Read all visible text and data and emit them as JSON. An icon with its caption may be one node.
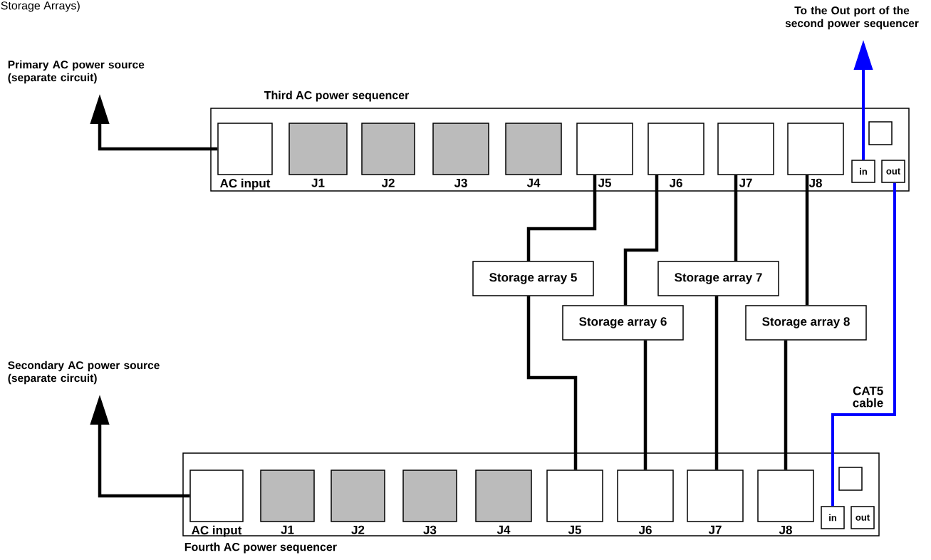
{
  "diagram": {
    "nodes": [
      {
        "text": [
          "Third AC power sequencer"
        ]
      },
      {
        "text": [
          "AC input"
        ],
        "in": 0
      },
      {
        "text": [
          "J1"
        ],
        "in": 0
      },
      {
        "text": [
          "J2"
        ],
        "in": 0
      },
      {
        "text": [
          "J3"
        ],
        "in": 0
      },
      {
        "text": [
          "J4"
        ],
        "in": 0
      },
      {
        "text": [
          "J5"
        ],
        "in": 0
      },
      {
        "text": [
          "J6"
        ],
        "in": 0
      },
      {
        "text": [
          "J7"
        ],
        "in": 0
      },
      {
        "text": [
          "J8"
        ],
        "in": 0
      },
      {
        "text": [],
        "shape": "box",
        "in": 0
      },
      {
        "text": [
          "in"
        ],
        "in": 0
      },
      {
        "text": [
          "out"
        ],
        "in": 0
      },
      {
        "text": [
          "Fourth AC power sequencer"
        ]
      },
      {
        "text": [
          "AC input"
        ],
        "in": 13
      },
      {
        "text": [
          "J1"
        ],
        "in": 13
      },
      {
        "text": [
          "J2"
        ],
        "in": 13
      },
      {
        "text": [
          "J3"
        ],
        "in": 13
      },
      {
        "text": [
          "J4"
        ],
        "in": 13
      },
      {
        "text": [
          "J5"
        ],
        "in": 13
      },
      {
        "text": [
          "J6"
        ],
        "in": 13
      },
      {
        "text": [
          "J7"
        ],
        "in": 13
      },
      {
        "text": [
          "J8"
        ],
        "in": 13
      },
      {
        "text": [],
        "shape": "box",
        "in": 13
      },
      {
        "text": [
          "in"
        ],
        "in": 13
      },
      {
        "text": [
          "out"
        ],
        "in": 13
      },
      {
        "text": [
          "Storage array 5"
        ]
      },
      {
        "text": [
          "Storage array 6"
        ]
      },
      {
        "text": [
          "Storage array 7"
        ]
      },
      {
        "text": [
          "Storage array 8"
        ]
      },
      {
        "text": [
          "Primary AC power source (separate circuit)"
        ]
      },
      {
        "text": [
          "Secondary AC power source (separate circuit)"
        ]
      },
      {
        "text": [
          "To the Out port of the second power sequencer"
        ]
      }
    ],
    "edges": [
      {
        "from": 1,
        "to": 30,
        "arrow": "to"
      },
      {
        "from": 14,
        "to": 31,
        "arrow": "to"
      },
      {
        "from": 11,
        "to": 32,
        "arrow": "to",
        "color": "#0000ff"
      },
      {
        "from": 6,
        "to": 26,
        "arrow": "none"
      },
      {
        "from": 7,
        "to": 27,
        "arrow": "none"
      },
      {
        "from": 8,
        "to": 28,
        "arrow": "none"
      },
      {
        "from": 9,
        "to": 29,
        "arrow": "none"
      },
      {
        "from": 26,
        "to": 19,
        "arrow": "none"
      },
      {
        "from": 27,
        "to": 20,
        "arrow": "none"
      },
      {
        "from": 28,
        "to": 21,
        "arrow": "none"
      },
      {
        "from": 29,
        "to": 22,
        "arrow": "none"
      },
      {
        "from": 12,
        "to": 24,
        "arrow": "none",
        "label": "CAT5 cable",
        "color": "#0000ff"
      }
    ],
    "labels": [
      "Storage Arrays)"
    ]
  }
}
